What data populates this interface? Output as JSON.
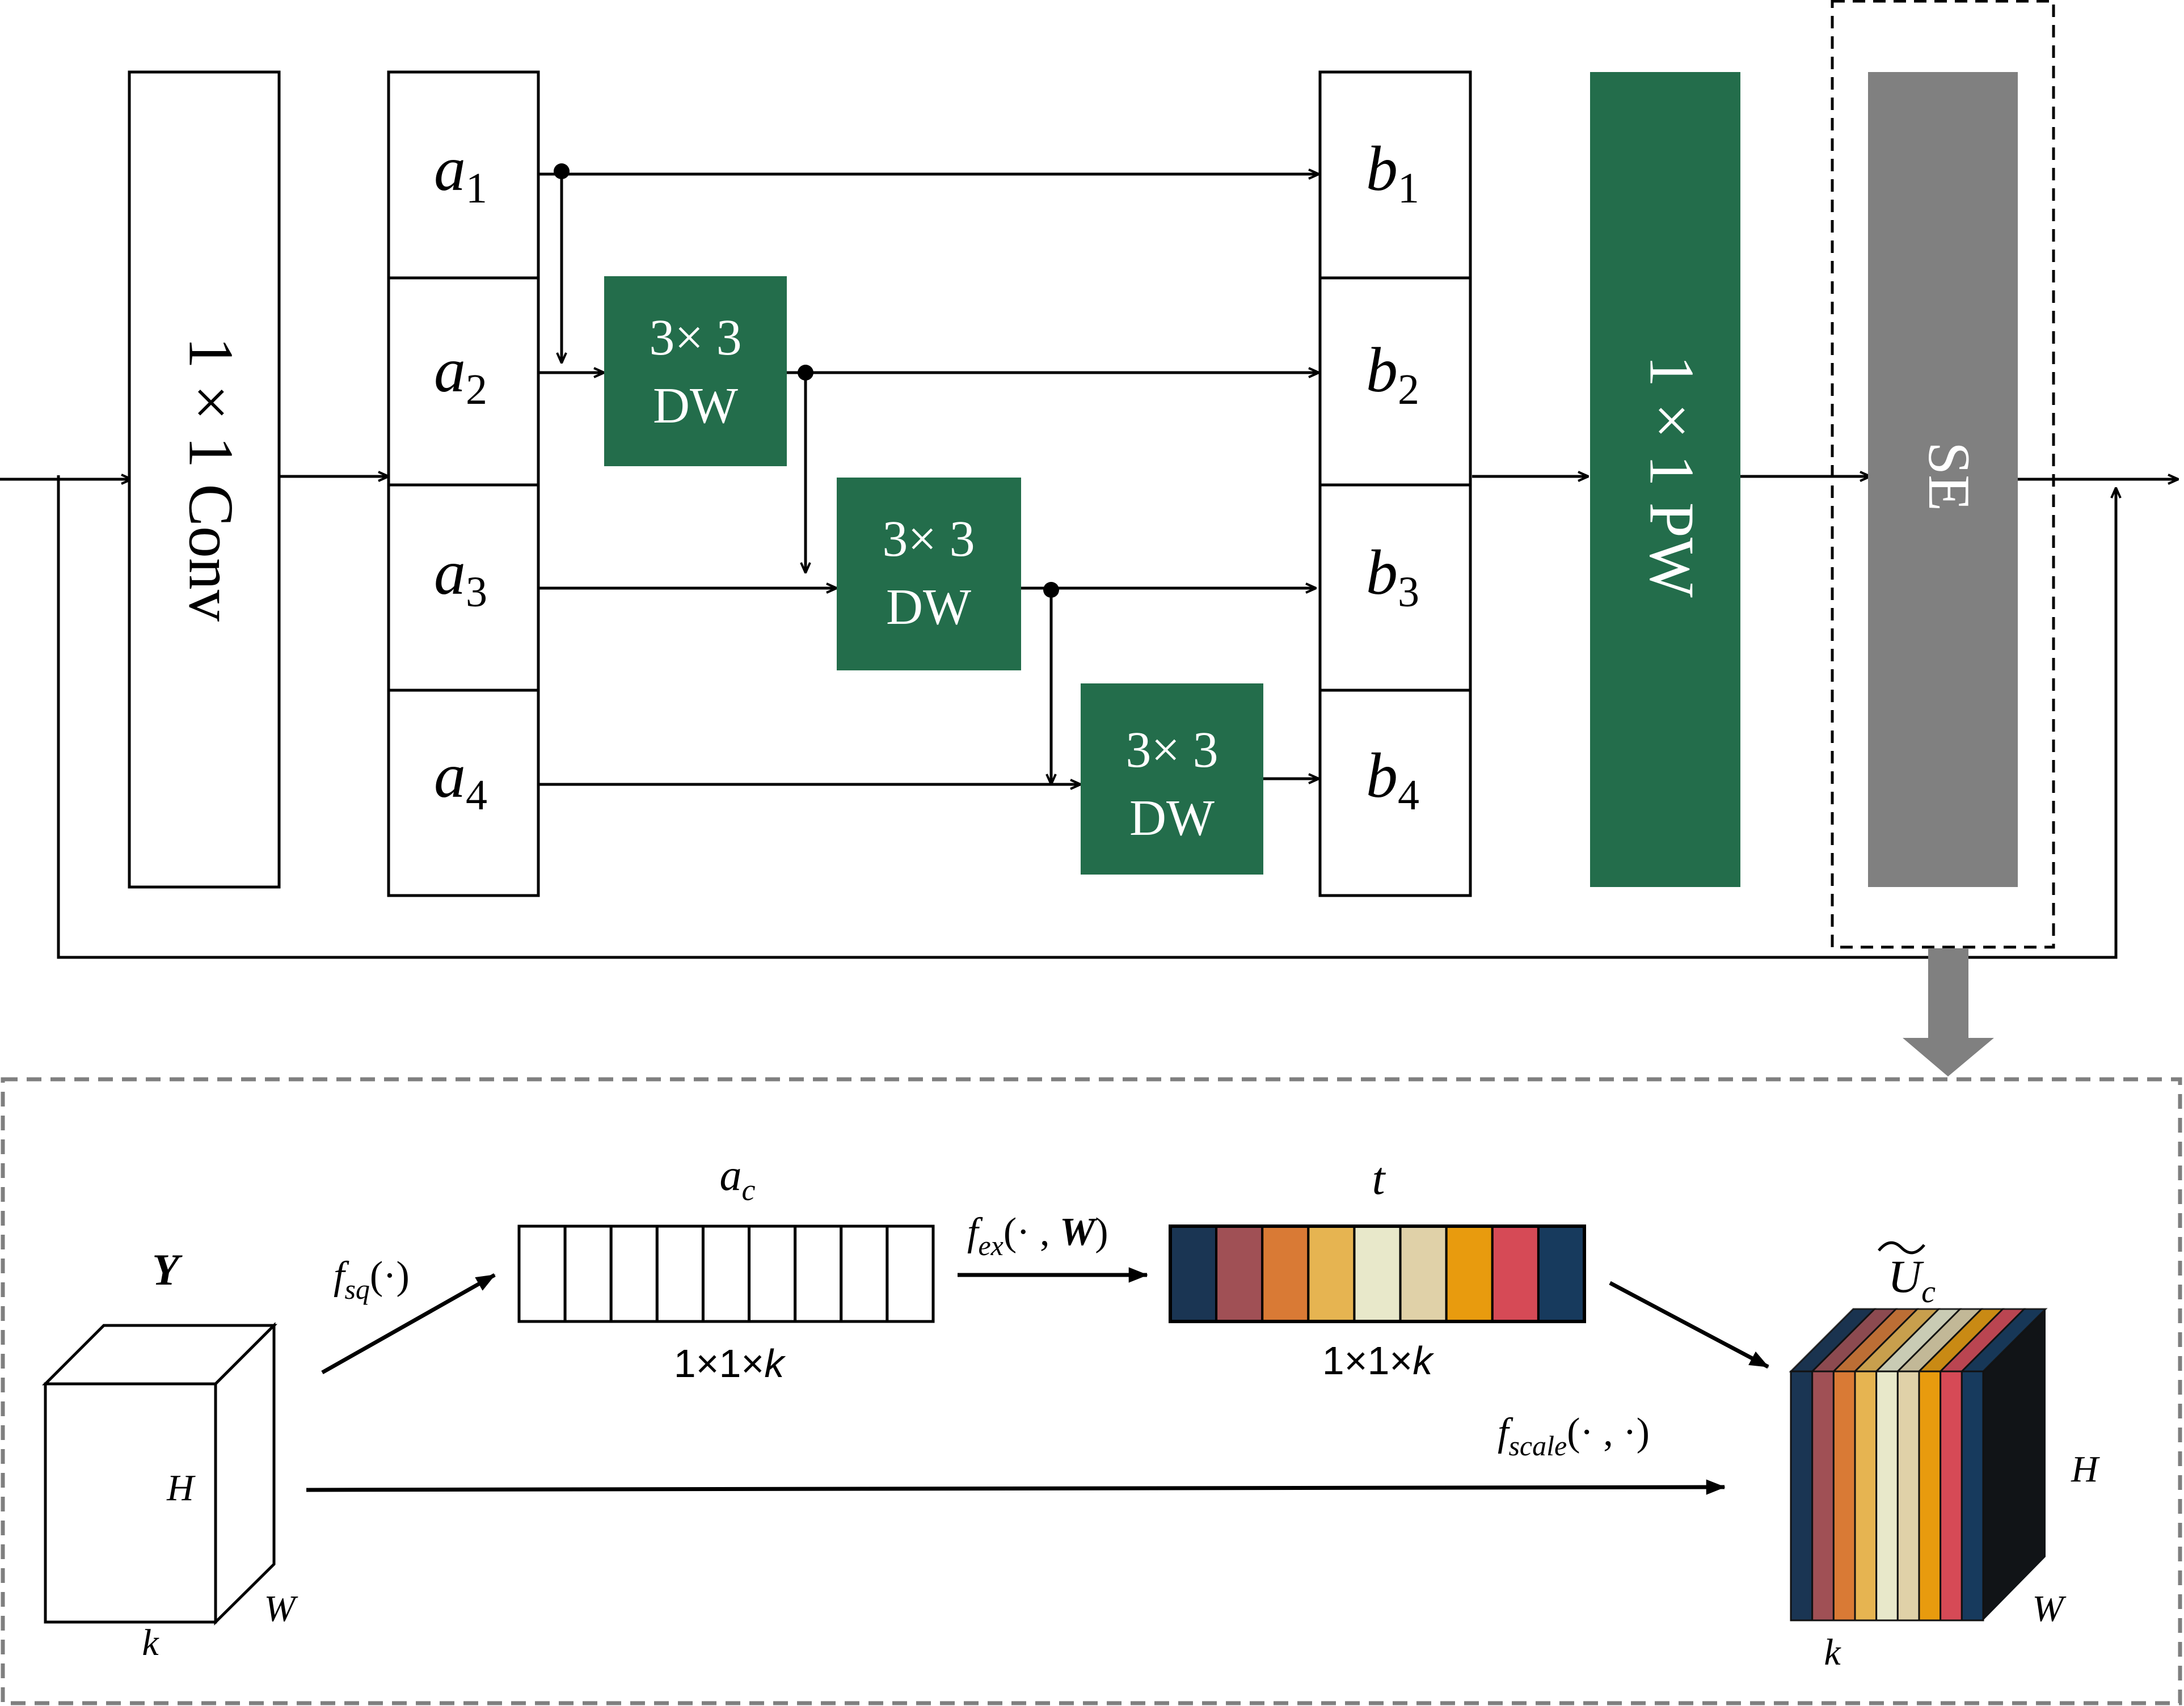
{
  "top_block": {
    "conv_label": "1 × 1  Conv",
    "split_inputs": [
      {
        "base": "a",
        "sub": "1"
      },
      {
        "base": "a",
        "sub": "2"
      },
      {
        "base": "a",
        "sub": "3"
      },
      {
        "base": "a",
        "sub": "4"
      }
    ],
    "split_outputs": [
      {
        "base": "b",
        "sub": "1"
      },
      {
        "base": "b",
        "sub": "2"
      },
      {
        "base": "b",
        "sub": "3"
      },
      {
        "base": "b",
        "sub": "4"
      }
    ],
    "dw_blocks": [
      {
        "line1": "3× 3",
        "line2": "DW"
      },
      {
        "line1": "3× 3",
        "line2": "DW"
      },
      {
        "line1": "3× 3",
        "line2": "DW"
      }
    ],
    "pw_label": "1 × 1  PW",
    "se_label": "SE"
  },
  "se_detail": {
    "input_label": "Y",
    "input_dims": {
      "h": "H",
      "w": "W",
      "k": "k"
    },
    "squeeze_fn": {
      "base": "f",
      "sub": "sq",
      "args": "(·)"
    },
    "ac_label": {
      "base": "a",
      "sub": "c"
    },
    "ac_dims": "1×1×",
    "ac_dims_var": "k",
    "excite_fn": {
      "base": "f",
      "sub": "ex",
      "args": "(· , ",
      "bold": "W",
      "close": ")"
    },
    "t_label": "t",
    "t_dims": "1×1×",
    "t_dims_var": "k",
    "scale_fn": {
      "base": "f",
      "sub": "scale",
      "args": "(· , ·)"
    },
    "output_label": {
      "base": "U",
      "sub": "c"
    },
    "output_dims": {
      "h": "H",
      "w": "W",
      "k": "k"
    }
  },
  "colors": {
    "dw_green": "#236d4b",
    "se_gray": "#808080",
    "channel_weights": [
      "#1a3553",
      "#a05055",
      "#d97a35",
      "#e6b451",
      "#e8e8ca",
      "#e0d1a8",
      "#e89b0e",
      "#d64a56",
      "#173a5d"
    ]
  }
}
